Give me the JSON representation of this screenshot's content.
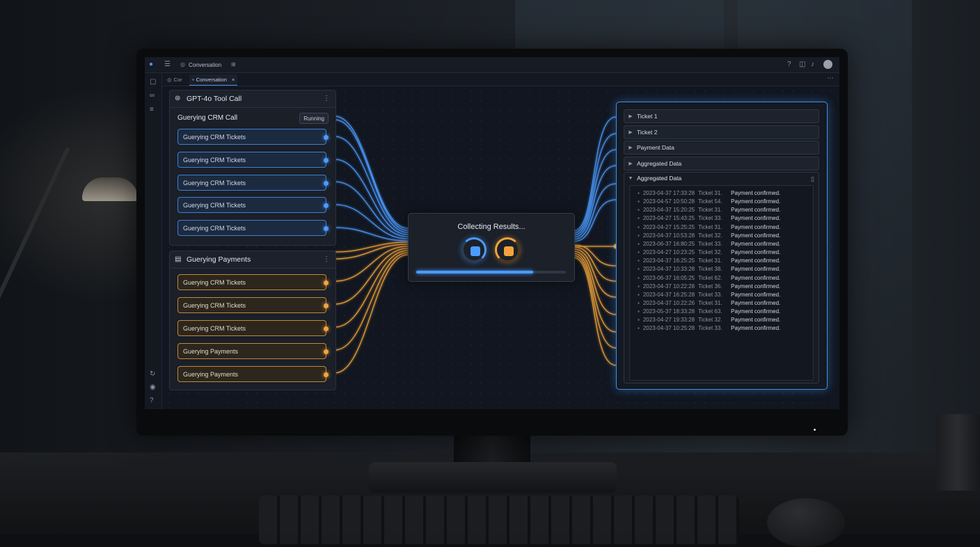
{
  "app": {
    "title": "Conversation",
    "tabs": [
      {
        "label": "Cor",
        "active": false
      },
      {
        "label": "Conversation",
        "active": true
      }
    ],
    "top_icons": [
      "workspace-icon",
      "menu-icon",
      "chat-icon",
      "grid-icon",
      "help-icon",
      "layout-icon",
      "bell-icon",
      "avatar"
    ],
    "sidebar_icons": [
      "panel-icon",
      "link-icon",
      "list-icon",
      "refresh-icon",
      "globe-icon",
      "help-icon"
    ]
  },
  "crm_panel": {
    "title": "GPT-4o Tool Call",
    "subtitle": "Guerying CRM Call",
    "status": "Running",
    "tasks": [
      "Guerying CRM Tickets",
      "Guerying CRM Tickets",
      "Guerying CRM Tickets",
      "Guerying CRM Tickets",
      "Guerying CRM Tickets"
    ]
  },
  "payments_panel": {
    "title": "Guerying Payments",
    "tasks": [
      "Guerying CRM Tickets",
      "Guerying CRM Tickets",
      "Guerying CRM Tickets",
      "Guerying Payments",
      "Guerying Payments"
    ]
  },
  "modal": {
    "title": "Collecting Results...",
    "progress": 0.78
  },
  "results": {
    "collapsed": [
      "Ticket 1",
      "Ticket 2",
      "Payment Data",
      "Aggregated Data"
    ],
    "expanded_title": "Aggregated Data",
    "log": [
      {
        "ts": "2023-04-37 17:33:28",
        "ticket": "Ticket 31.",
        "msg": "Payment confirmed."
      },
      {
        "ts": "2023-04-57 10:50:28",
        "ticket": "Ticket 54.",
        "msg": "Payment confirmed."
      },
      {
        "ts": "2023-04-37 15:20:25",
        "ticket": "Ticket 31.",
        "msg": "Payment confirmed."
      },
      {
        "ts": "2023-04-27 15:43:25",
        "ticket": "Ticket 33.",
        "msg": "Payment confirmed."
      },
      {
        "ts": "2023-04-27 15:25:25",
        "ticket": "Ticket 31.",
        "msg": "Payment confirmed."
      },
      {
        "ts": "2023-04-37 10:53:28",
        "ticket": "Ticket 32.",
        "msg": "Payment confirmed."
      },
      {
        "ts": "2023-06-37 16:80:25",
        "ticket": "Ticket 33.",
        "msg": "Payment confirmed."
      },
      {
        "ts": "2023-04-27 10:23:25",
        "ticket": "Ticket 32.",
        "msg": "Payment confirmed."
      },
      {
        "ts": "2023-04-37 16:25:25",
        "ticket": "Ticket 31.",
        "msg": "Payment confirmed."
      },
      {
        "ts": "2023-04-37 10:33:28",
        "ticket": "Ticket 38.",
        "msg": "Payment confirmed."
      },
      {
        "ts": "2023-06-37 16:05:25",
        "ticket": "Ticket 62.",
        "msg": "Payment confirmed."
      },
      {
        "ts": "2023-04-37 10:22:28",
        "ticket": "Ticket 36.",
        "msg": "Payment confirmed."
      },
      {
        "ts": "2023-04-37 16:25:28",
        "ticket": "Ticket 33.",
        "msg": "Payment confirmed."
      },
      {
        "ts": "2023-04-37 10:22:26",
        "ticket": "Ticket 31.",
        "msg": "Payment confirmed."
      },
      {
        "ts": "2023-05-37 18:33:28",
        "ticket": "Ticket 63.",
        "msg": "Payment confirmed."
      },
      {
        "ts": "2023-04-27 19:33:28",
        "ticket": "Ticket 32.",
        "msg": "Payment confirmed."
      },
      {
        "ts": "2023-04-37 10:25:28",
        "ticket": "Ticket 33.",
        "msg": "Payment confirmed."
      }
    ]
  },
  "colors": {
    "accent_blue": "#4b9bff",
    "accent_orange": "#f2a43a"
  }
}
